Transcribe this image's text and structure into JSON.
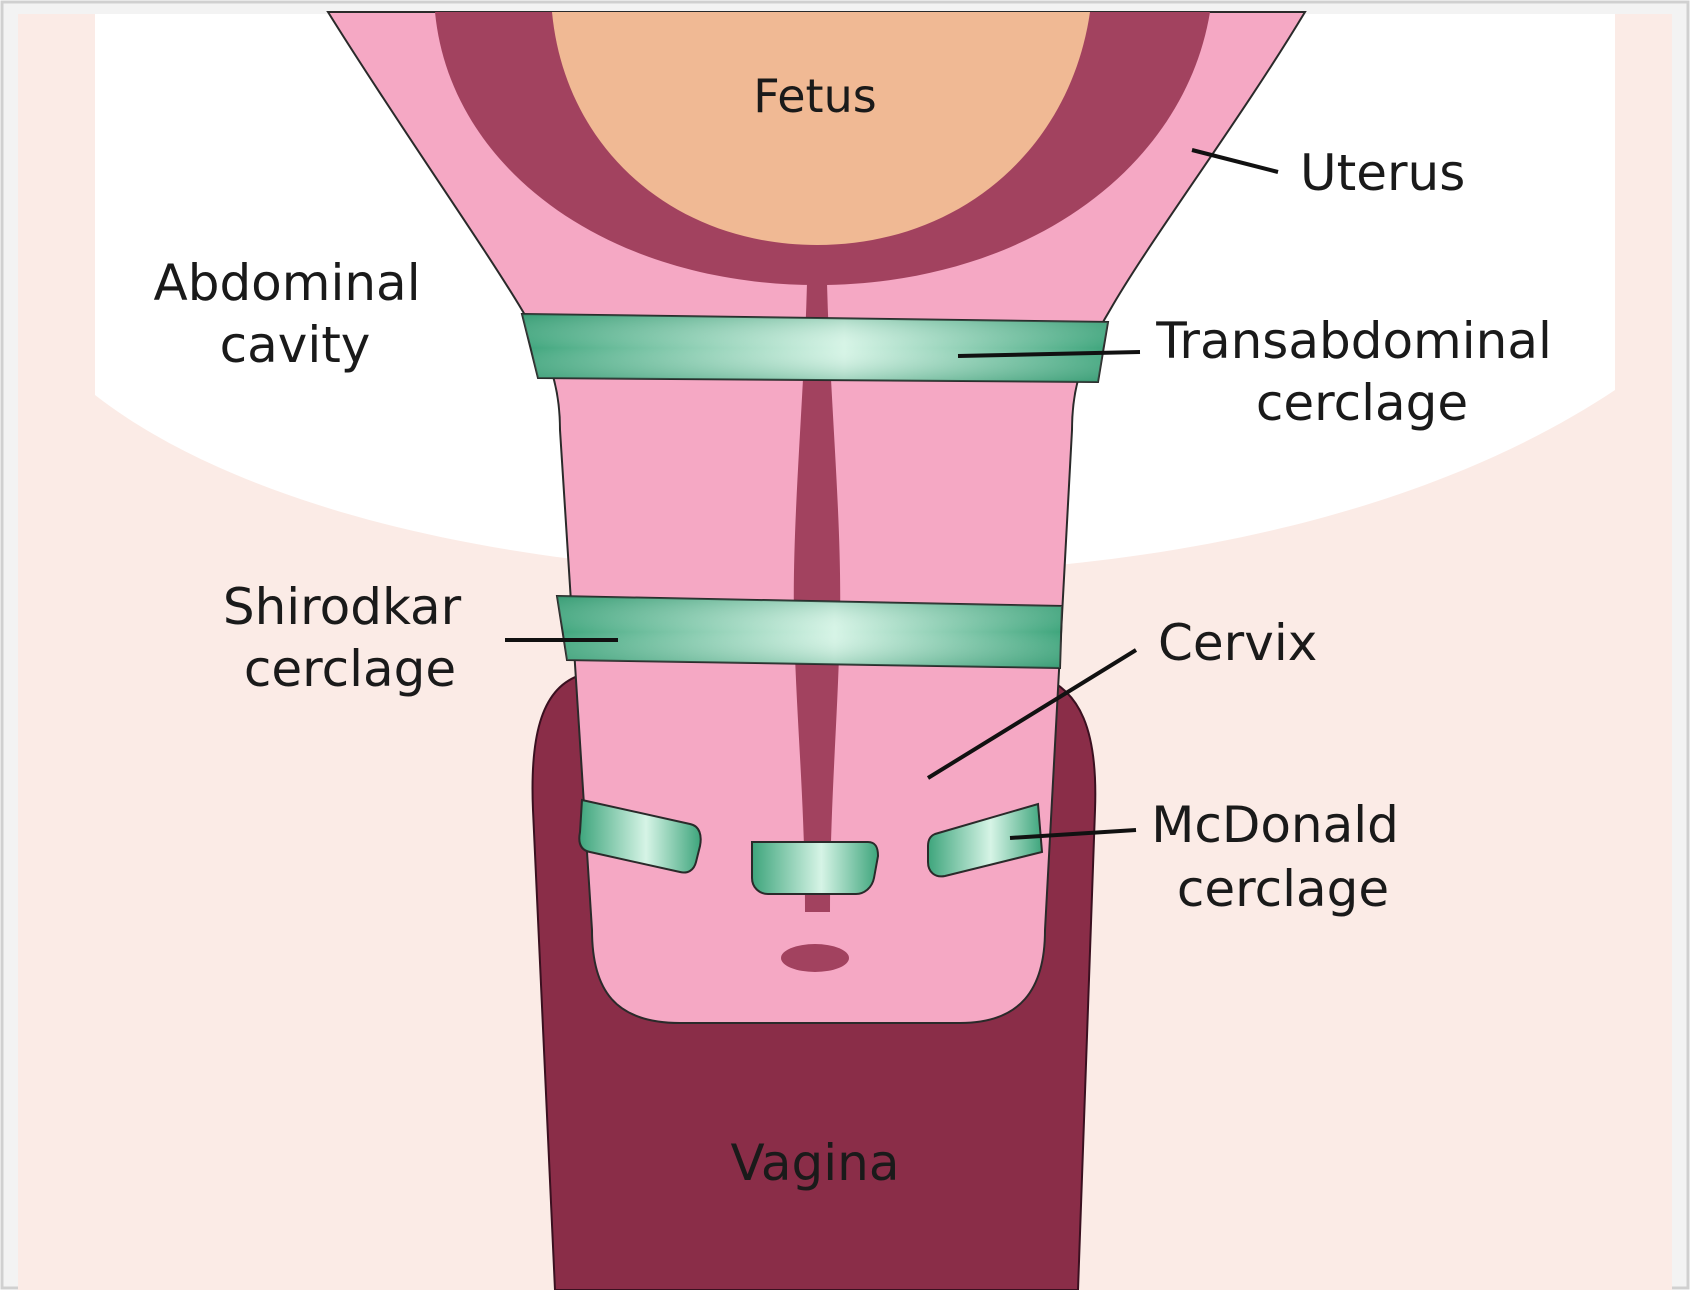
{
  "labels": {
    "fetus": "Fetus",
    "uterus": "Uterus",
    "abdominal_cavity": [
      "Abdominal",
      "cavity"
    ],
    "transabdominal_cerclage": [
      "Transabdominal",
      "cerclage"
    ],
    "shirodkar_cerclage": [
      "Shirodkar",
      "cerclage"
    ],
    "cervix": "Cervix",
    "mcdonald_cerclage": [
      "McDonald",
      "cerclage"
    ],
    "vagina": "Vagina"
  },
  "colors": {
    "background_cream": "#fbebe6",
    "abdominal_cavity_white": "#ffffff",
    "uterus_pink": "#f5a8c4",
    "uterine_wall_dark": "#a2425f",
    "vagina_maroon": "#8a2d48",
    "fetus_peach": "#f0b994",
    "cerclage_green_dark": "#3ea57c",
    "cerclage_green_light": "#d6f4e6",
    "outline": "#2a2a2a"
  }
}
